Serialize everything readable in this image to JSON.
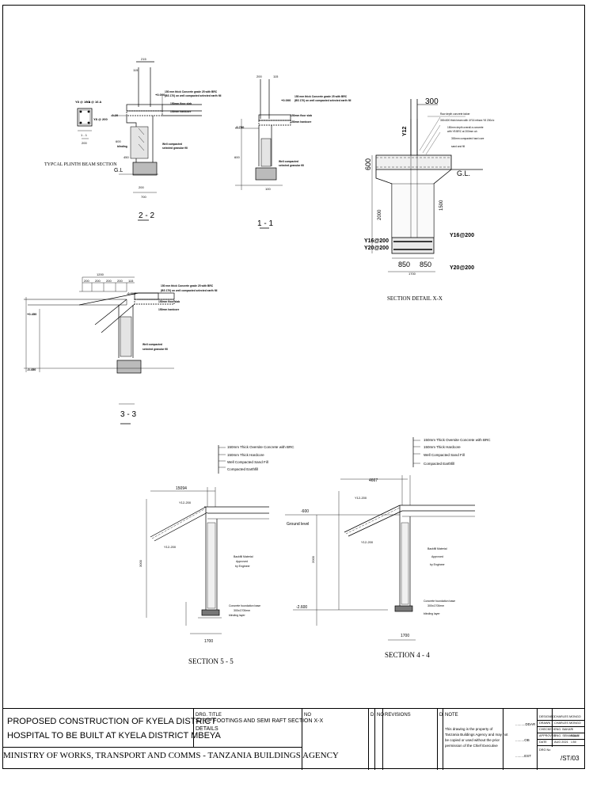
{
  "drawing": {
    "plinth_beam": {
      "title": "TYPCAL PLINTH BEAM SECTION",
      "rebar_top": "Y8 @ 16 A",
      "rebar_top2": "Y8 @ 16 A",
      "stirrups": "Y8 @ 200",
      "width": "200",
      "section_mark": "1 - 1"
    },
    "section_2_2": {
      "label": "2 - 2",
      "notes": [
        "150 mm thick Concrete grade 25 with BRC",
        "(BS 170) on well compacted selected earth fill",
        "150mm floor slab",
        "150mm hardcore",
        "Well compacted",
        "selected granular fill",
        "blinding"
      ],
      "dims": [
        "215",
        "115",
        "200",
        "700",
        "600",
        "450"
      ],
      "levels": [
        "+0.000",
        "-0.20",
        "G.L"
      ]
    },
    "section_1_1": {
      "label": "1 - 1",
      "notes": [
        "150 mm thick Concrete grade 25 with BRC",
        "(BS 170) on well compacted selected earth fill",
        "150mm floor slab",
        "150mm hardcore",
        "Well compacted",
        "selected granular fill"
      ],
      "dims": [
        "200",
        "115",
        "600",
        "100"
      ],
      "levels": [
        "-0.750",
        "+0.000"
      ]
    },
    "section_x_x": {
      "label": "SECTION DETAIL  X-X",
      "dims": [
        "300",
        "600",
        "2000",
        "1500",
        "850",
        "850",
        "1700"
      ],
      "levels": [
        "G.L."
      ],
      "rebar": [
        "Y12",
        "Y16@200",
        "Y20@200",
        "Y16@200",
        "Y20@200"
      ],
      "notes": [
        "Raw depth concrete kicker",
        "300x300 thick beam with 4Y16 rebars Y8 200c/c",
        "150mm depth overall a concrete",
        "with Y8 BRC at 200mm c/c",
        "300mm compacted hard core",
        "sand and fill"
      ]
    },
    "section_3_3": {
      "label": "3 - 3",
      "dims": [
        "1200",
        "200",
        "200",
        "200",
        "200",
        "115"
      ],
      "levels": [
        "+0.450",
        "-0.450",
        "-0.600"
      ],
      "notes": [
        "150 mm thick Concrete grade 25 with BRC",
        "(BS 170) on well compacted selected earth fill",
        "150mm floor slab",
        "150mm hardcore",
        "Well compacted",
        "selected granular fill"
      ]
    },
    "section_5_5": {
      "label": "SECTION 5 - 5",
      "span": "15094",
      "rebar": [
        "Y12-200",
        "Y12-200"
      ],
      "height": "3000",
      "base": "1700",
      "legend": [
        "150mm Thick Oversite Concrete with BRC",
        "150mm Thick Hardcore",
        "Well Compacted Sand Fill",
        "Compacted Earthfill"
      ],
      "notes": [
        "Backfill Material",
        "Approved",
        "by Engineer",
        "Concrete foundation base",
        "300x1700mm",
        "blinding layer"
      ]
    },
    "section_4_4": {
      "label": "SECTION 4 - 4",
      "span": "4667",
      "rebar": [
        "Y12-200",
        "Y12-200"
      ],
      "level_top": "-600",
      "ground": "Ground level",
      "level_bottom": "-2.600",
      "base": "1700",
      "height": "2000",
      "legend": [
        "150mm Thick Oversite Concrete with BRC",
        "150mm Thick Hardcore",
        "Well Compacted Sand Fill",
        "Compacted Earthfill"
      ],
      "notes": [
        "Backfill Material",
        "Approved",
        "by Engineer",
        "Concrete foundation base",
        "300x1700mm",
        "blinding layer"
      ]
    }
  },
  "title_block": {
    "project_line1": "PROPOSED CONSTRUCTION OF KYELA DISTRICT",
    "project_line2": "HOSPITAL TO BE BUILT AT KYELA DISTRICT MBEYA",
    "client": "MINISTRY OF WORKS, TRANSPORT AND COMMS - TANZANIA BUILDINGS AGENCY",
    "drg_title_label": "DRG. TITLE",
    "drg_title_line1": "STRIP FOOTINGS AND SEMI RAFT SECTION X-X",
    "drg_title_line2": "DETAILS",
    "col_no": "NO",
    "col_d": "D",
    "col_no2": "NO",
    "col_revisions": "REVISIONS",
    "col_d2": "D",
    "col_note": "NOTE",
    "note_text": [
      "This drawing is the property of",
      "Tanzania Buildings Agency and may not",
      "be copied or used without the prior",
      "permission of the Chief Executive"
    ],
    "sig_dots": [
      "..........DDAR",
      ".........OB",
      ".........EST"
    ],
    "roles": [
      "DESIGNED",
      "DRAWN",
      "CHECKED",
      "APPROVED",
      "DATE",
      "DRG No"
    ],
    "names": [
      "CHARLES MONGO",
      "CHARLES MONGO",
      "ENG. BAKARI",
      "ENG. SEMAKALA",
      "AUG 2021"
    ],
    "scale": "SCALE 1:50",
    "drg_no": "/ST/03"
  }
}
